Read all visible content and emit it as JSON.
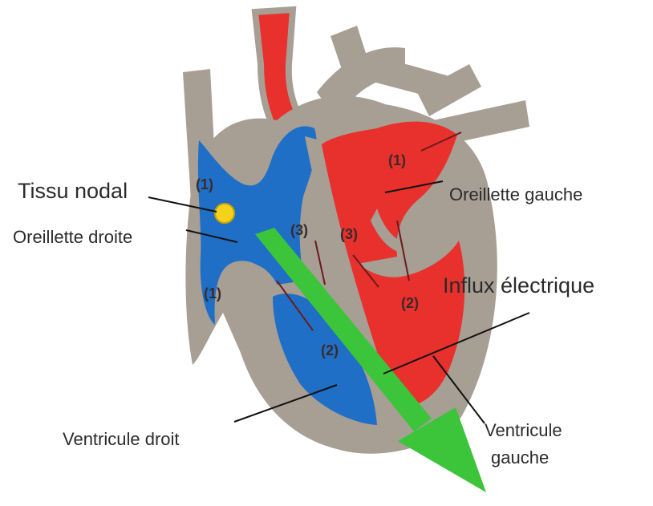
{
  "labels": {
    "tissu_nodal": "Tissu nodal",
    "oreillette_droite": "Oreillette droite",
    "oreillette_gauche": "Oreillette gauche",
    "influx_electrique": "Influx électrique",
    "ventricule_droit": "Ventricule droit",
    "ventricule_gauche_line1": "Ventricule",
    "ventricule_gauche_line2": "gauche"
  },
  "markers": {
    "n1": "(1)",
    "n2": "(2)",
    "n3": "(3)"
  },
  "colors": {
    "wall": "#a79e94",
    "oxygen_poor": "#1f6fc6",
    "oxygen_rich": "#e8302c",
    "node": "#f4d21c",
    "impulse": "#3cc43a",
    "line": "#111111"
  }
}
